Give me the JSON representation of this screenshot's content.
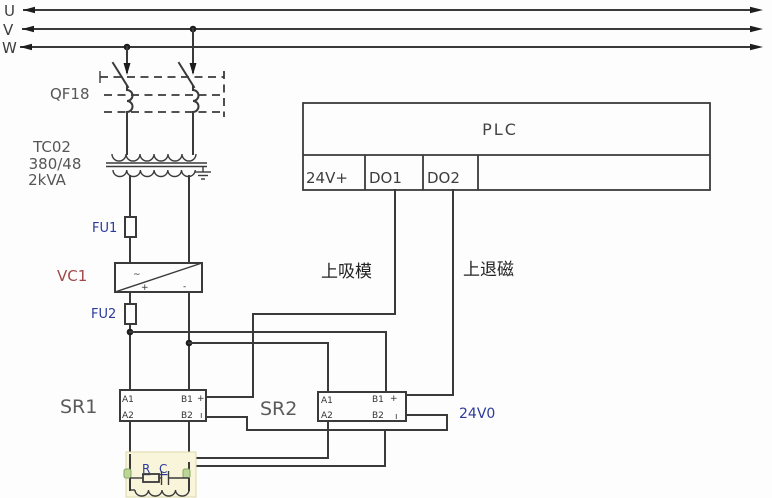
{
  "schematic": {
    "phases": {
      "u": "U",
      "v": "V",
      "w": "W"
    },
    "breaker": {
      "label": "QF18"
    },
    "transformer": {
      "name": "TC02",
      "ratio": "380/48",
      "rating": "2kVA"
    },
    "fuses": {
      "fu1": "FU1",
      "fu2": "FU2"
    },
    "rectifier": {
      "name": "VC1",
      "ac": "~",
      "pos": "+",
      "neg": "-"
    },
    "plc": {
      "name": "PLC",
      "t_24v": "24V+",
      "t_do1": "DO1",
      "t_do2": "DO2"
    },
    "signals": {
      "do1": "上吸模",
      "do2": "上退磁"
    },
    "sr1": {
      "name": "SR1",
      "a1": "A1",
      "b1": "B1",
      "a2": "A2",
      "b2": "B2",
      "plus": "+",
      "tick": "ı"
    },
    "sr2": {
      "name": "SR2",
      "a1": "A1",
      "b1": "B1",
      "a2": "A2",
      "b2": "B2",
      "plus": "+",
      "tick": "ı"
    },
    "nets": {
      "v0": "24V0"
    },
    "magnet": {
      "r": "R",
      "c": "C"
    },
    "colors": {
      "wire": "#3a3a3a",
      "label_gray": "#565656",
      "label_blue": "#2b3a9c",
      "label_red": "#a04848",
      "highlight_yellow": "#f9f5da",
      "terminal_green": "#bcd69a"
    }
  }
}
